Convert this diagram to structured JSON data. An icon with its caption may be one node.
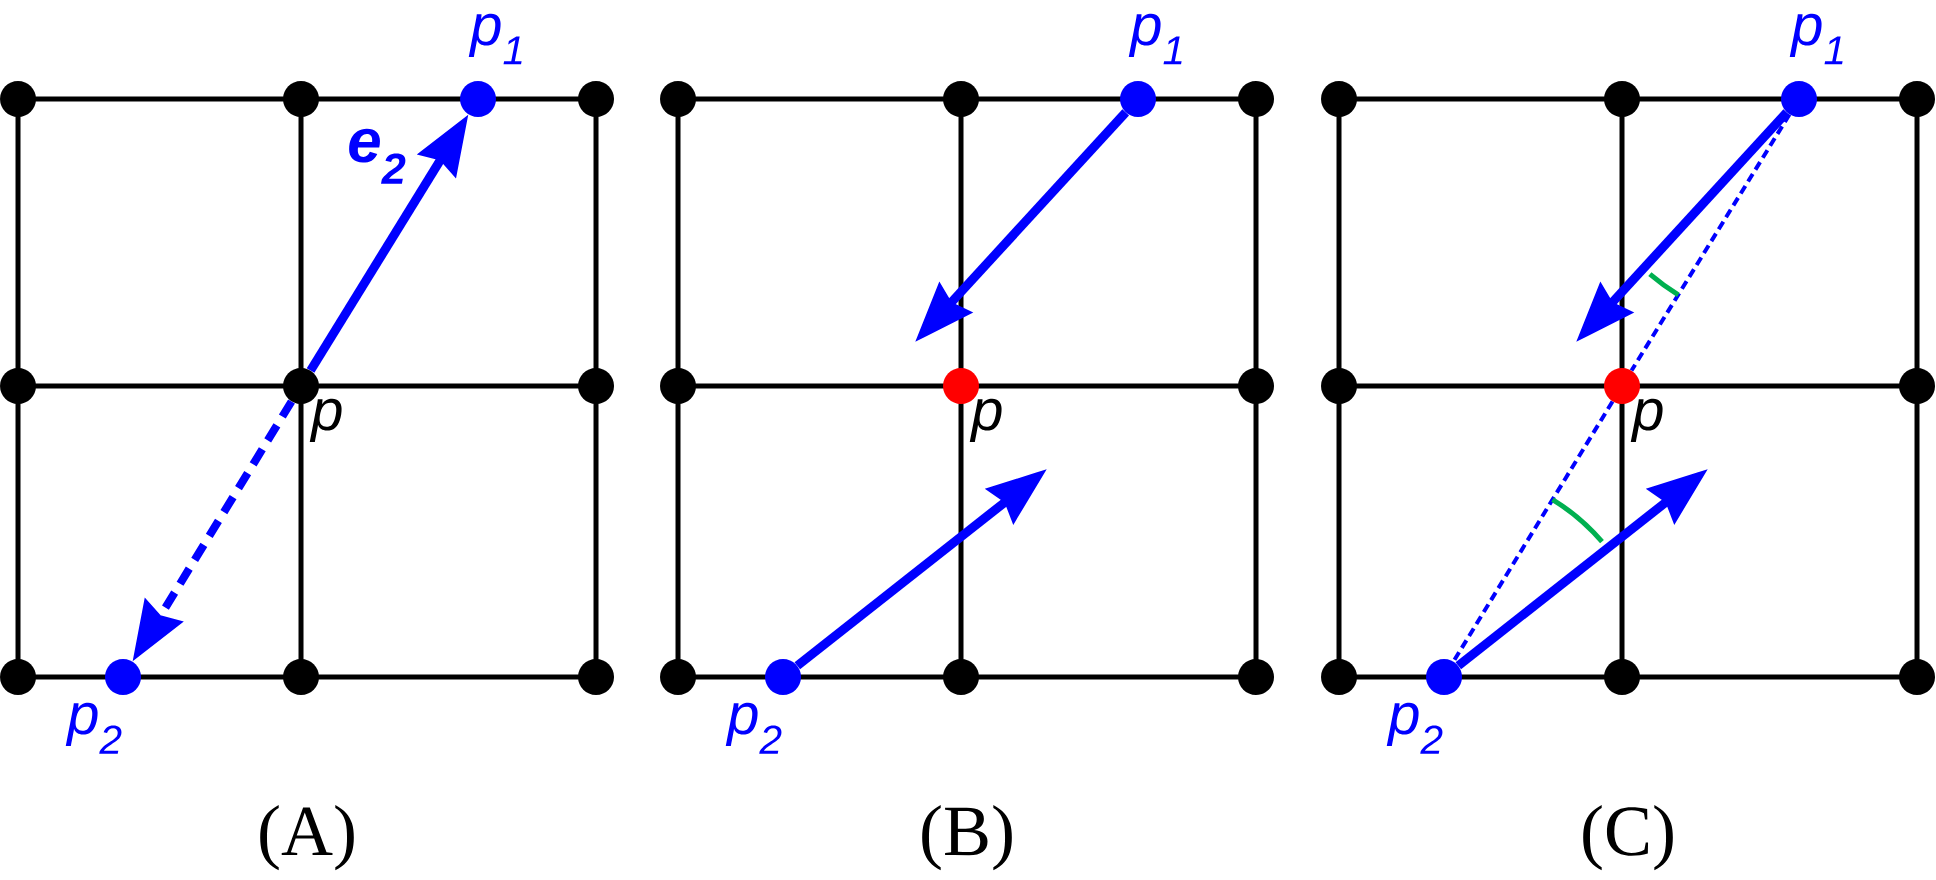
{
  "diagram": {
    "nodes": [
      {
        "text": [
          "p$_{1}$"
        ]
      },
      {
        "text": [
          "p"
        ]
      },
      {
        "text": [
          "p$_{2}$"
        ]
      },
      {
        "text": [
          "p$_{1}$"
        ]
      },
      {
        "text": [
          "p"
        ]
      },
      {
        "text": [
          "p$_{2}$"
        ]
      },
      {
        "text": [
          "p$_{1}$"
        ]
      },
      {
        "text": [
          "p"
        ]
      },
      {
        "text": [
          "p$_{2}$"
        ]
      }
    ],
    "edges": [
      {
        "from": 1,
        "to": 0,
        "arrow": "to",
        "label": "e$_{2}$"
      },
      {
        "from": 1,
        "to": 2,
        "arrow": "to",
        "style": "dashed"
      },
      {
        "from": 3,
        "to": null,
        "arrow": "to"
      },
      {
        "from": 5,
        "to": null,
        "arrow": "to"
      },
      {
        "from": 6,
        "to": null,
        "arrow": "to"
      },
      {
        "from": 8,
        "to": null,
        "arrow": "to"
      },
      {
        "from": 6,
        "to": 7,
        "arrow": "none",
        "style": "dashed"
      },
      {
        "from": 7,
        "to": 8,
        "arrow": "none",
        "style": "dashed"
      }
    ],
    "labels": [
      "(A)",
      "(B)",
      "(C)"
    ]
  }
}
